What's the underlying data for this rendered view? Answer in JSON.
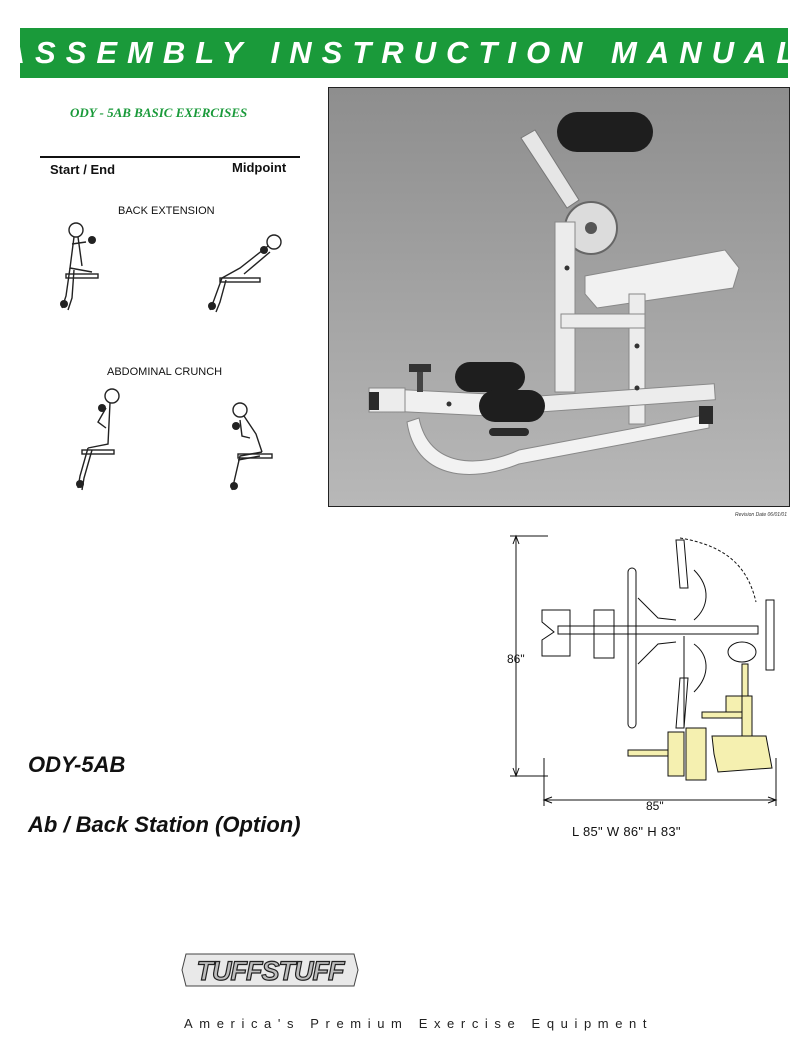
{
  "header": {
    "title": "ASSEMBLY INSTRUCTION MANUAL"
  },
  "exercises": {
    "title": "ODY - 5AB BASIC EXERCISES",
    "col_start": "Start / End",
    "col_mid": "Midpoint",
    "items": [
      {
        "label": "BACK EXTENSION"
      },
      {
        "label": "ABDOMINAL CRUNCH"
      }
    ]
  },
  "photo": {
    "caption": "Revision Date 06/01/01"
  },
  "drawing": {
    "depth": "86\"",
    "length": "85\"",
    "summary": "L 85\"   W 86\"   H 83\""
  },
  "product": {
    "model": "ODY-5AB",
    "name": "Ab / Back Station (Option)"
  },
  "brand": {
    "logo_text": "TUFFSTUFF",
    "tagline": "America's Premium Exercise Equipment"
  },
  "colors": {
    "accent": "#1a9a3a",
    "drawing_fill": "#f5f0b0"
  }
}
